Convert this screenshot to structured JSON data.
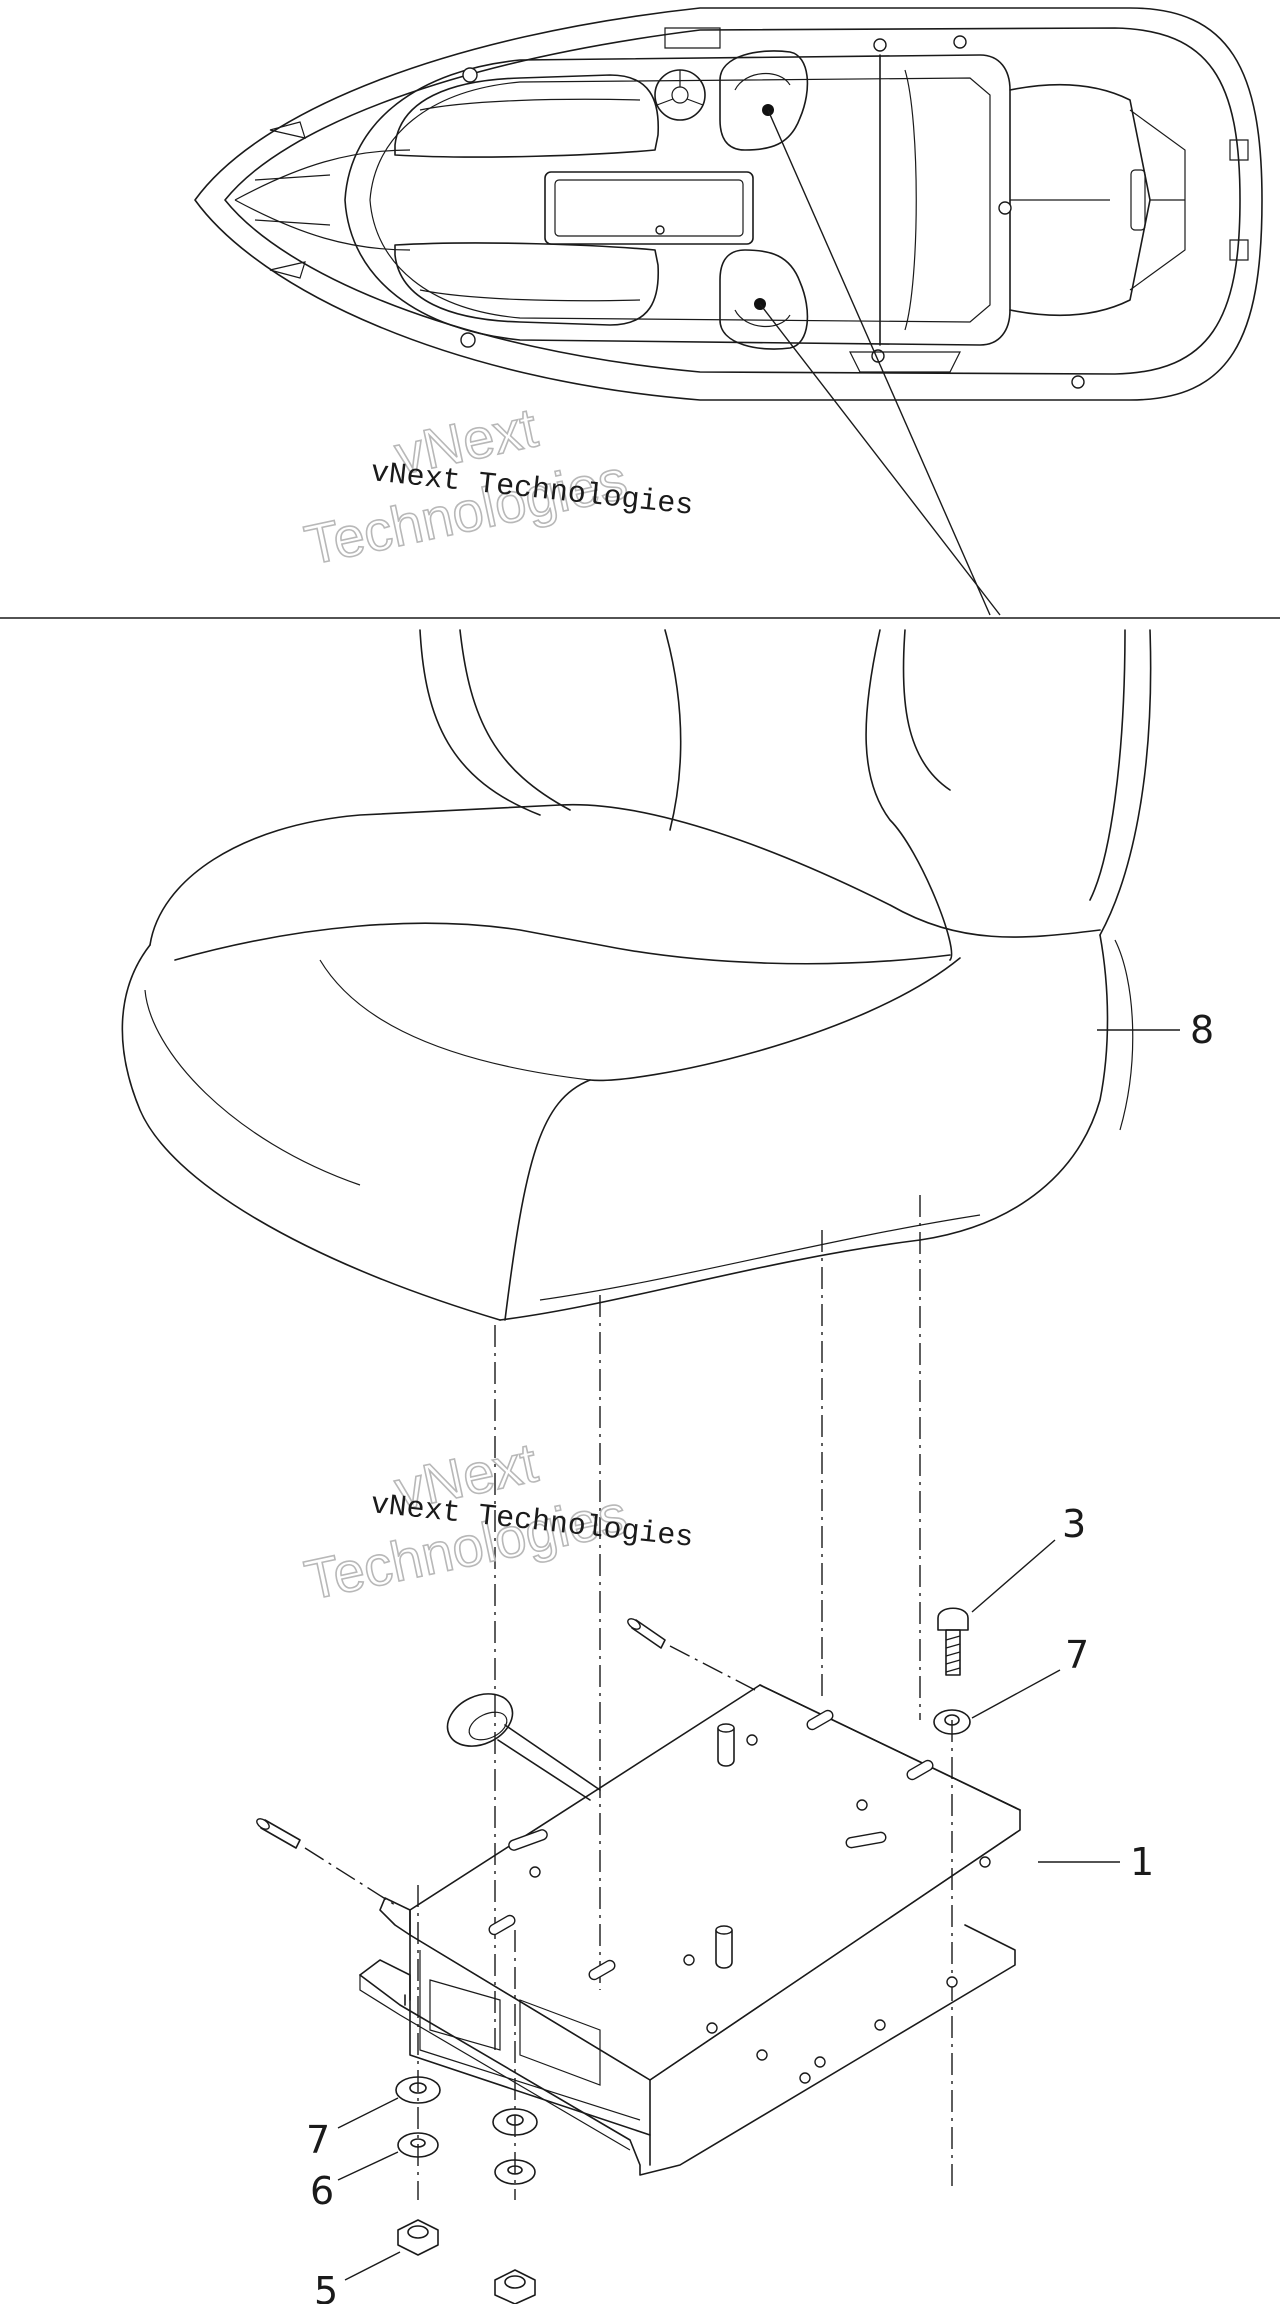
{
  "callouts": {
    "c1": "1",
    "c3": "3",
    "c5": "5",
    "c6": "6",
    "c7_upper": "7",
    "c7_lower": "7",
    "c8": "8"
  },
  "watermark": {
    "line": "vNext Technologies",
    "ghost_1": "vNext",
    "ghost_2": "Technologies"
  }
}
